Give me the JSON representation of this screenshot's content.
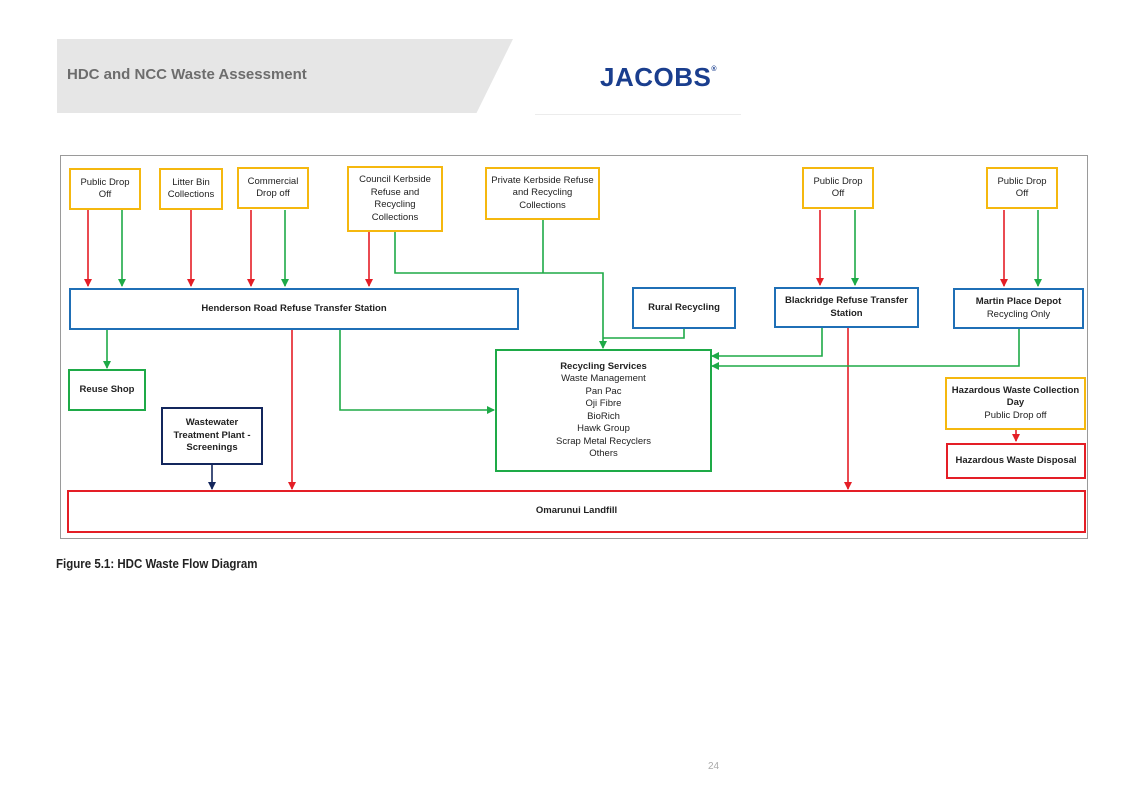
{
  "header": {
    "title": "HDC and NCC Waste Assessment",
    "logo_text": "JACOBS",
    "logo_mark": "®"
  },
  "colors": {
    "source": "#f5b80f",
    "facility": "#1f6fb6",
    "recycling": "#1eaa47",
    "disposal": "#e41e26",
    "wastewater": "#13265c"
  },
  "diagram": {
    "sources": {
      "public_drop_off_1": "Public Drop Off",
      "litter_bin": "Litter Bin Collections",
      "commercial": "Commercial Drop off",
      "council_kerbside": "Council Kerbside Refuse and Recycling Collections",
      "private_kerbside": "Private Kerbside Refuse and Recycling Collections",
      "public_drop_off_2": "Public Drop Off",
      "public_drop_off_3": "Public Drop Off"
    },
    "facilities": {
      "henderson": "Henderson Road Refuse Transfer Station",
      "rural": "Rural Recycling",
      "blackridge": "Blackridge Refuse Transfer Station",
      "martin_title": "Martin Place Depot",
      "martin_sub": "Recycling Only"
    },
    "reuse_shop": "Reuse Shop",
    "wastewater": "Wastewater Treatment Plant - Screenings",
    "recycling": {
      "title": "Recycling Services",
      "items": [
        "Waste Management",
        "Pan Pac",
        "Oji Fibre",
        "BioRich",
        "Hawk Group",
        "Scrap Metal Recyclers",
        "Others"
      ]
    },
    "hazardous_collection": {
      "title": "Hazardous Waste Collection Day",
      "sub": "Public Drop off"
    },
    "hazardous_disposal": "Hazardous Waste Disposal",
    "landfill": "Omarunui Landfill"
  },
  "caption": "Figure 5.1: HDC Waste Flow Diagram",
  "page_number": "24"
}
